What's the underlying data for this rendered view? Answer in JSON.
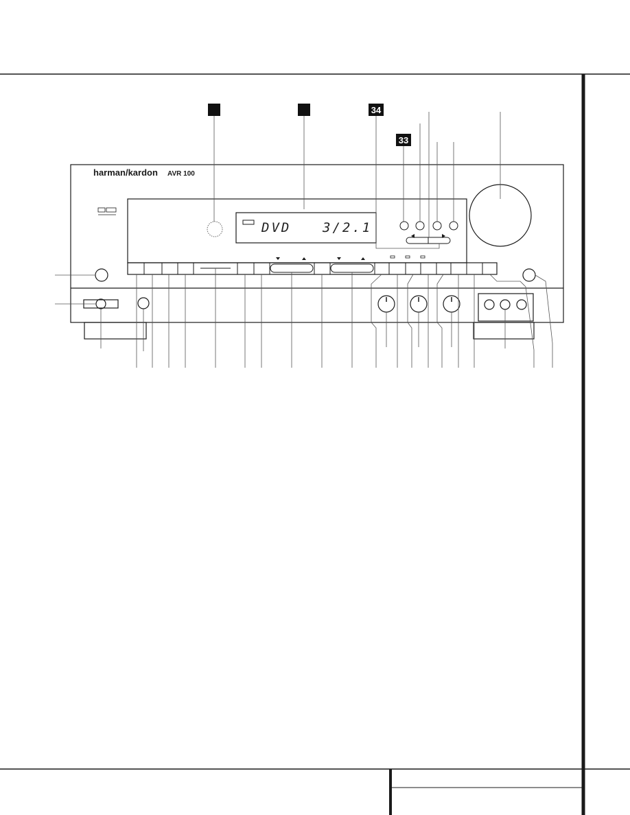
{
  "header": {
    "brand": "harman/kardon",
    "model": "AVR 100"
  },
  "display": {
    "source": "DVD",
    "channels": "3/2.1"
  },
  "callouts": {
    "top": [
      "34",
      "33"
    ]
  },
  "colors": {
    "ink": "#1a1a1a",
    "badge": "#111111",
    "panel": "#ffffff"
  }
}
